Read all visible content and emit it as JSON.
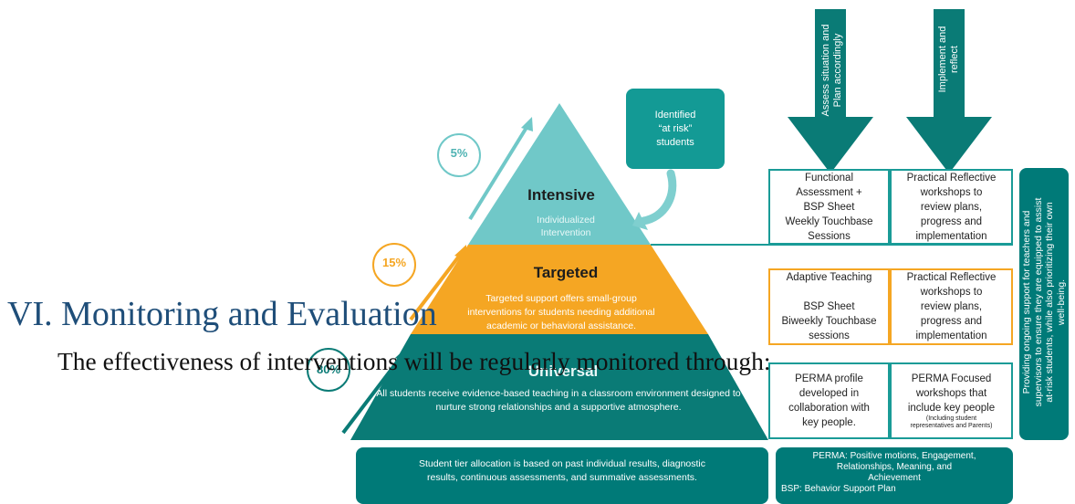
{
  "colors": {
    "teal": "#70c8c8",
    "orange": "#f5a623",
    "dark_teal": "#007a78",
    "arrow_teal": "#0a7b76",
    "heading_blue": "#1f4e79"
  },
  "pyramid": {
    "intensive": {
      "title": "Intensive",
      "subtitle": "Individualized\nIntervention",
      "percent": "5%"
    },
    "targeted": {
      "title": "Targeted",
      "text": "Targeted support offers small-group interventions for students needing additional academic or behavioral assistance.",
      "percent": "15%"
    },
    "universal": {
      "title": "Universal",
      "text": "All students receive evidence-based teaching in a classroom environment designed to nurture strong relationships and a supportive atmosphere.",
      "percent": "80%"
    }
  },
  "callout": {
    "text": "Identified\n“at risk”\nstudents",
    "icon": "curved-arrow-icon"
  },
  "arrows": {
    "assess": "Assess  situation and\nPlan accordingly",
    "implement": "Implement and\nreflect"
  },
  "boxes": {
    "intensive_left": "Functional\nAssessment +\nBSP Sheet\nWeekly Touchbase\nSessions",
    "intensive_right": "Practical Reflective\nworkshops to\nreview plans,\nprogress and\nimplementation",
    "targeted_left": "Adaptive Teaching\n\nBSP Sheet\nBiweekly  Touchbase\nsessions",
    "targeted_right": "Practical Reflective\nworkshops to\nreview plans,\nprogress and\nimplementation",
    "universal_left": "PERMA profile\ndeveloped in\ncollaboration with\nkey people.",
    "universal_right": "PERMA Focused\nworkshops that\ninclude key people",
    "universal_right_small": "(Including student\nrepresentatives and Parents)"
  },
  "side_panel": "Providing ongoing support for teachers and\nsupervisors to ensure they are equipped to assist\nat-risk students, while also prioritizing their own\nwell-being.",
  "bottom_left": "Student tier allocation is based on past individual results,  diagnostic\nresults, continuous assessments, and summative assessments.",
  "bottom_right": {
    "perma": "PERMA: Positive motions, Engagement,\nRelationships, Meaning, and\nAchievement",
    "bsp": "BSP: Behavior Support Plan"
  },
  "section": {
    "heading": "VI. Monitoring and Evaluation",
    "body": "The effectiveness of interventions will be regularly monitored through:"
  }
}
